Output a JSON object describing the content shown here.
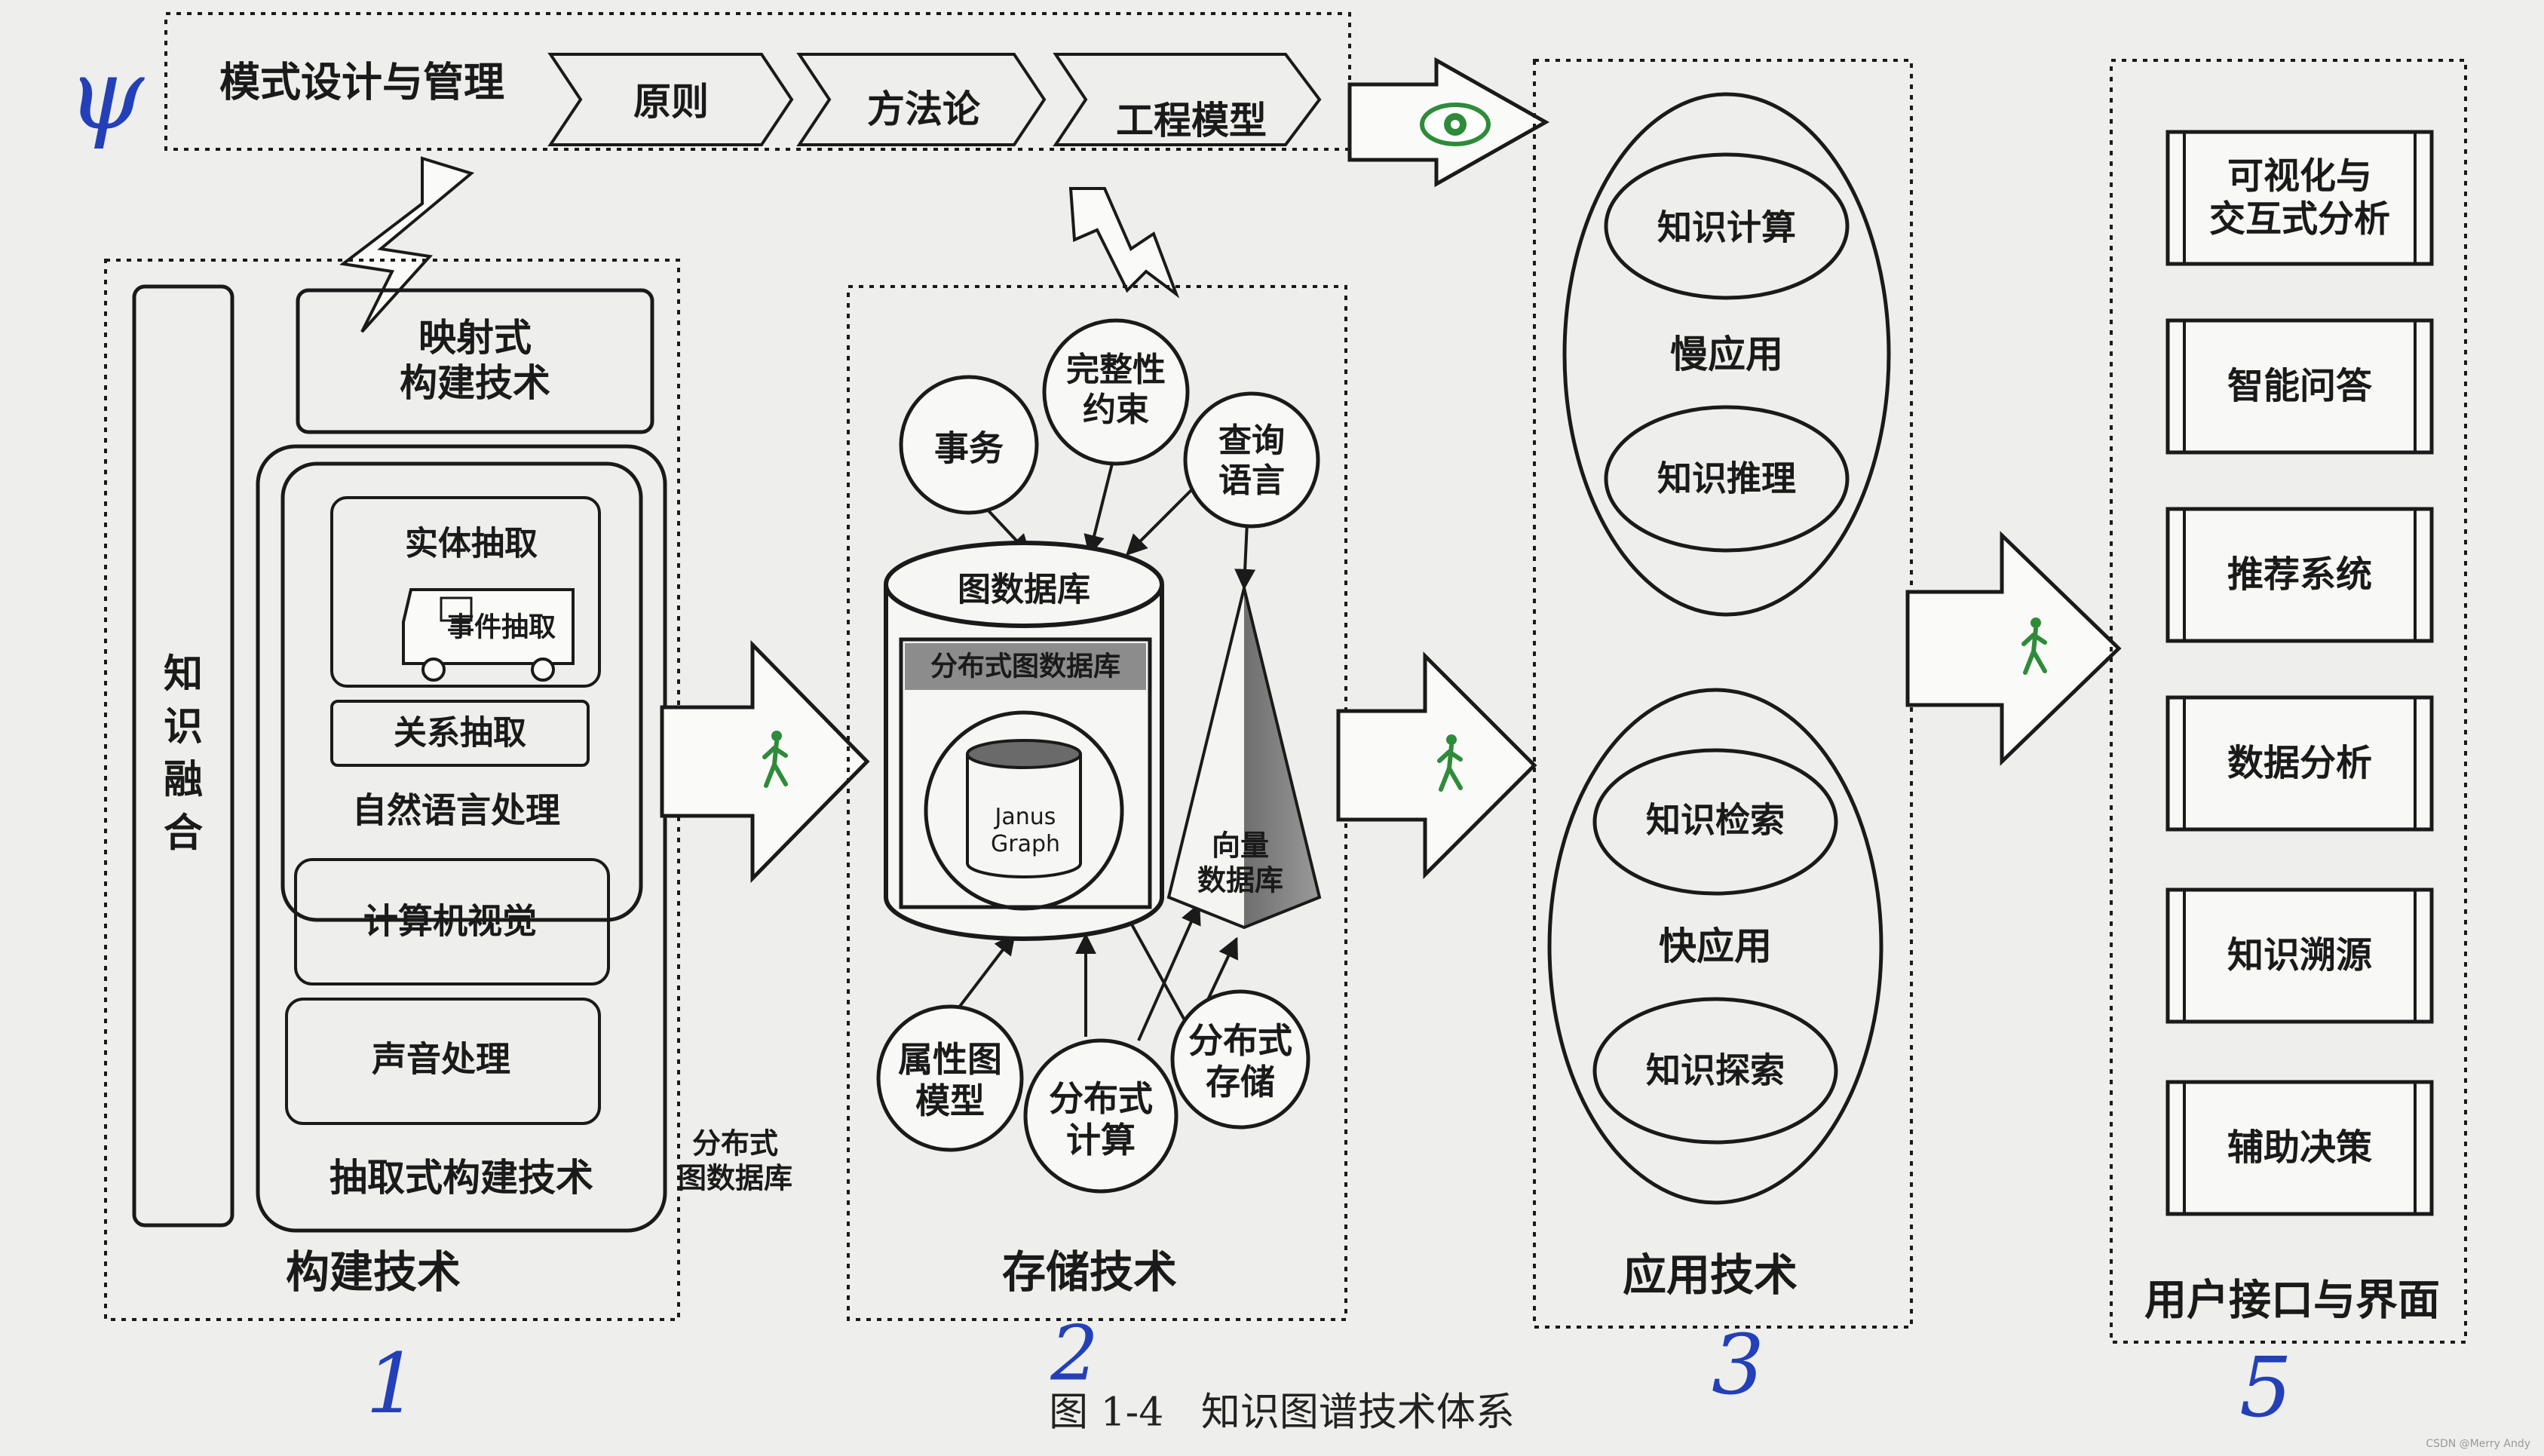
{
  "top_bar": {
    "title": "模式设计与管理",
    "steps": [
      "原则",
      "方法论",
      "工程模型"
    ],
    "eye_icon": "eye-icon"
  },
  "build": {
    "knowledge_fusion": "知\n识\n融\n合",
    "mapping": "映射式\n构建技术",
    "entity_extraction": "实体抽取",
    "event_extraction": "事件抽取",
    "relation_extraction": "关系抽取",
    "nlp": "自然语言处理",
    "computer_vision": "计算机视觉",
    "audio": "声音处理",
    "extraction_title": "抽取式构建技术",
    "title": "构建技术",
    "outside_label": "分布式\n图数据库"
  },
  "storage": {
    "transaction": "事务",
    "integrity": "完整性\n约束",
    "query_language": "查询\n语言",
    "graph_db": "图数据库",
    "distributed_graph_db": "分布式图数据库",
    "janus": "Janus\nGraph",
    "vector_db": "向量\n数据库",
    "property_graph": "属性图\n模型",
    "distributed_compute": "分布式\n计算",
    "distributed_storage": "分布式\n存储",
    "title": "存储技术"
  },
  "application": {
    "knowledge_compute": "知识计算",
    "slow_app": "慢应用",
    "knowledge_reasoning": "知识推理",
    "knowledge_retrieval": "知识检索",
    "fast_app": "快应用",
    "knowledge_explore": "知识探索",
    "title": "应用技术"
  },
  "ui": {
    "items": [
      "可视化与\n交互式分析",
      "智能问答",
      "推荐系统",
      "数据分析",
      "知识溯源",
      "辅助决策"
    ],
    "title": "用户接口与界面"
  },
  "caption": "图 1-4   知识图谱技术体系",
  "handwritten": [
    "ψ",
    "1",
    "2",
    "3",
    "5"
  ],
  "watermark": "CSDN @Merry Andy",
  "colors": {
    "ink": "#1a1a1a",
    "walker_green": "#2e8b3a",
    "pen_blue": "#2340b8",
    "paper": "#eeeeec"
  },
  "icons": {
    "walker": "walking-person-icon",
    "bolt": "lightning-icon",
    "truck": "truck-icon",
    "database": "cylinder-icon"
  }
}
